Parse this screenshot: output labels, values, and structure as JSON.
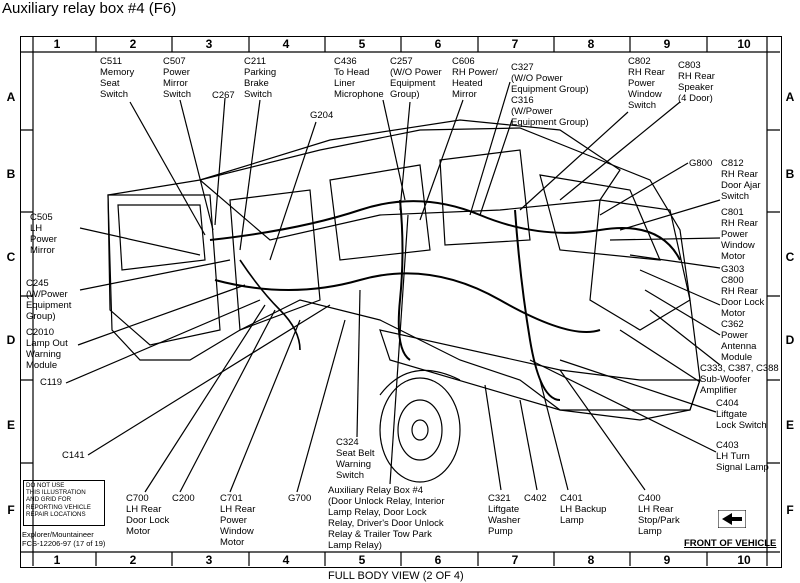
{
  "title": "Auxiliary relay box #4 (F6)",
  "footer": "FULL BODY VIEW (2 OF 4)",
  "front_label": "FRONT OF VEHICLE",
  "notice": "DO NOT USE\nTHIS ILLUSTRATION\nAND GRID FOR\nREPORTING VEHICLE\nREPAIR LOCATIONS",
  "fcs": "Explorer/Mountaineer\nFCS-12206-97 (17 of 19)",
  "columns": [
    "1",
    "2",
    "3",
    "4",
    "5",
    "6",
    "7",
    "8",
    "9",
    "10"
  ],
  "rows": [
    "A",
    "B",
    "C",
    "D",
    "E",
    "F"
  ],
  "labels": {
    "c511": "C511\nMemory\nSeat\nSwitch",
    "c507": "C507\nPower\nMirror\nSwitch",
    "c267": "C267",
    "c211": "C211\nParking\nBrake\nSwitch",
    "g204": "G204",
    "c436": "C436\nTo Head\nLiner\nMicrophone",
    "c257": "C257\n(W/O Power\nEquipment\nGroup)",
    "c606": "C606\nRH Power/\nHeated\nMirror",
    "c327": "C327\n(W/O Power\nEquipment Group)\nC316\n(W/Power\nEquipment Group)",
    "c802": "C802\nRH Rear\nPower\nWindow\nSwitch",
    "c803": "C803\nRH Rear\nSpeaker\n(4 Door)",
    "g800": "G800",
    "c812": "C812\nRH Rear\nDoor Ajar\nSwitch",
    "c801": "C801\nRH Rear\nPower\nWindow\nMotor",
    "g303": "G303",
    "c800": "C800\nRH Rear\nDoor Lock\nMotor",
    "c362": "C362\nPower\nAntenna\nModule",
    "c333": "C333, C387, C388\nSub-Woofer\nAmplifier",
    "c404": "C404\nLiftgate\nLock Switch",
    "c403": "C403\nLH Turn\nSignal Lamp",
    "c505": "C505\nLH\nPower\nMirror",
    "c245": "C245\n(W/Power\nEquipment\nGroup)",
    "c2010": "C2010\nLamp Out\nWarning\nModule",
    "c119": "C119",
    "c141": "C141",
    "c324": "C324\nSeat Belt\nWarning\nSwitch",
    "c700": "C700\nLH Rear\nDoor Lock\nMotor",
    "c200": "C200",
    "c701": "C701\nLH Rear\nPower\nWindow\nMotor",
    "g700": "G700",
    "aux": "Auxiliary Relay Box #4\n(Door Unlock Relay, Interior\nLamp Relay, Door Lock\nRelay, Driver's Door Unlock\nRelay & Trailer Tow Park\nLamp Relay)",
    "c321": "C321\nLiftgate\nWasher\nPump",
    "c402": "C402",
    "c401": "C401\nLH Backup\nLamp",
    "c400": "C400\nLH Rear\nStop/Park\nLamp"
  }
}
